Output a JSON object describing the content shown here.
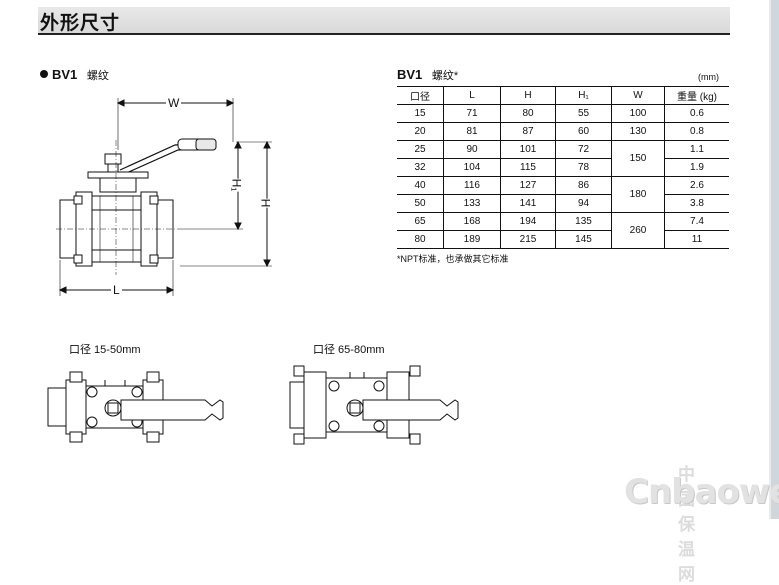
{
  "page": {
    "section_title": "外形尺寸"
  },
  "drawing": {
    "title_model": "BV1",
    "title_type": "螺纹",
    "dims": {
      "w": "W",
      "h": "H",
      "h1": "H₁",
      "l": "L"
    }
  },
  "table": {
    "title_model": "BV1",
    "title_type": "螺纹*",
    "unit": "(mm)",
    "headers": [
      "口径",
      "L",
      "H",
      "H₁",
      "W",
      "重量 (kg)"
    ],
    "rows": [
      [
        "15",
        "71",
        "80",
        "55",
        "100",
        "0.6"
      ],
      [
        "20",
        "81",
        "87",
        "60",
        "130",
        "0.8"
      ],
      [
        "25",
        "90",
        "101",
        "72",
        "150",
        "1.1"
      ],
      [
        "32",
        "104",
        "115",
        "78",
        "",
        "1.9"
      ],
      [
        "40",
        "116",
        "127",
        "86",
        "180",
        "2.6"
      ],
      [
        "50",
        "133",
        "141",
        "94",
        "",
        "3.8"
      ],
      [
        "65",
        "168",
        "194",
        "135",
        "260",
        "7.4"
      ],
      [
        "80",
        "189",
        "215",
        "145",
        "",
        "11"
      ]
    ],
    "footnote": "*NPT标准，也承做其它标准"
  },
  "bottom_views": {
    "left_label": "口径 15-50mm",
    "right_label": "口径 65-80mm"
  },
  "watermark": {
    "top": "中国保温网",
    "main": "Cnbaowen"
  }
}
